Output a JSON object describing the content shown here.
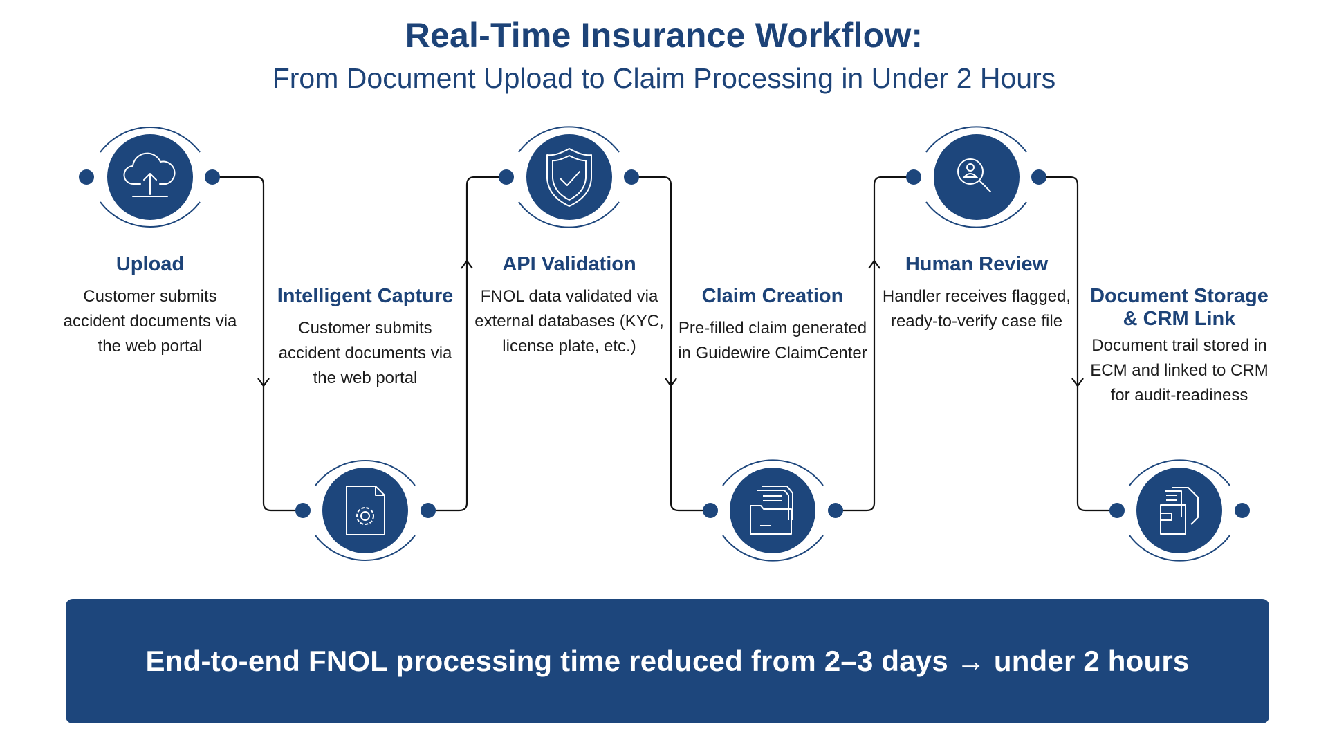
{
  "header": {
    "title": "Real-Time Insurance Workflow:",
    "subtitle": "From Document Upload to Claim Processing in Under 2 Hours"
  },
  "steps": [
    {
      "title": "Upload",
      "description": "Customer submits accident documents via the web portal",
      "icon": "cloud-upload-icon"
    },
    {
      "title": "Intelligent Capture",
      "description": "Customer submits accident documents via the web portal",
      "icon": "document-gear-icon"
    },
    {
      "title": "API Validation",
      "description": "FNOL data validated via external databases (KYC, license plate, etc.)",
      "icon": "shield-check-icon"
    },
    {
      "title": "Claim Creation",
      "description": "Pre-filled claim generated in Guidewire ClaimCenter",
      "icon": "folder-documents-icon"
    },
    {
      "title": "Human Review",
      "description": "Handler receives flagged, ready-to-verify case file",
      "icon": "magnifier-person-icon"
    },
    {
      "title": "Document Storage & CRM Link",
      "description": "Document trail stored in ECM and linked to CRM for audit-readiness",
      "icon": "document-storage-icon"
    }
  ],
  "banner": {
    "text": "End-to-end FNOL processing time reduced from 2–3 days → under 2 hours"
  },
  "colors": {
    "primary": "#1d467c",
    "title": "#1d4378",
    "ring": "#1d467c"
  }
}
